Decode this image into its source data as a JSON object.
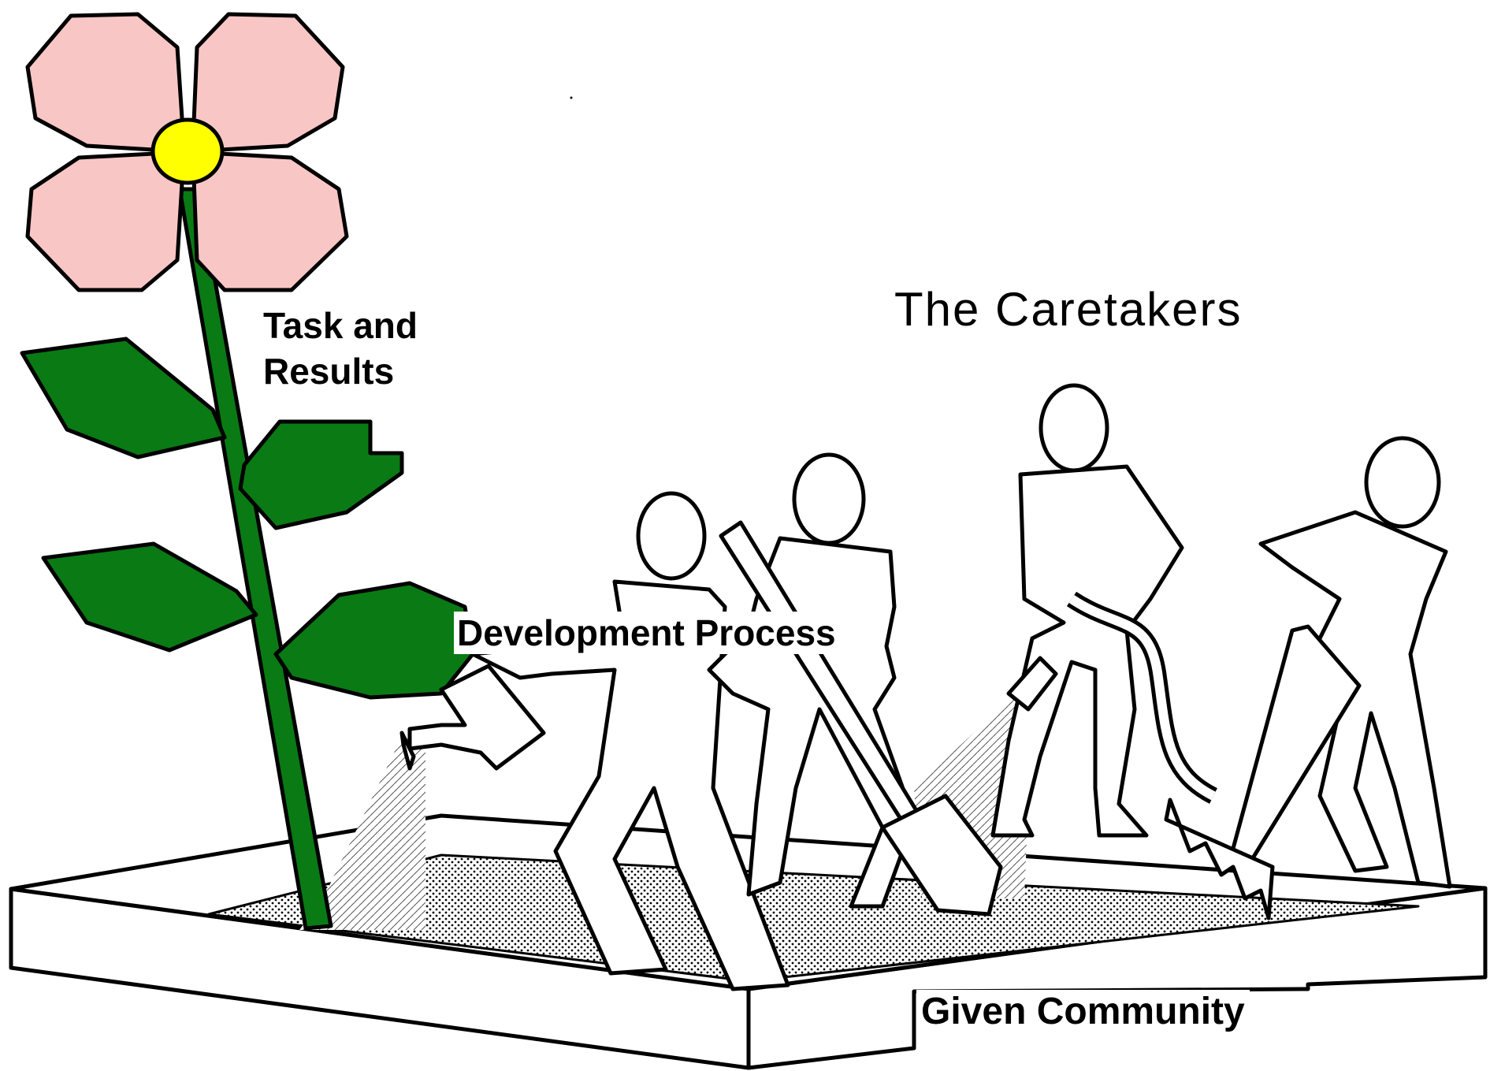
{
  "labels": {
    "task_results_line1": "Task and",
    "task_results_line2": "Results",
    "caretakers": "The Caretakers",
    "development_process": "Development Process",
    "given_community": "Given Community"
  },
  "colors": {
    "petal": "#f9c6c6",
    "flower_center": "#ffff00",
    "leaf": "#0a7a14",
    "soil": "#bdbdbd",
    "outline": "#000000"
  }
}
